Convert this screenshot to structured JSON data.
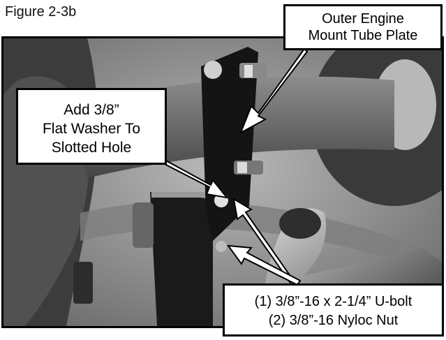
{
  "figure": {
    "label": "Figure 2-3b"
  },
  "callouts": {
    "outer_plate": {
      "lines": [
        "Outer Engine",
        "Mount Tube Plate"
      ]
    },
    "washer": {
      "lines": [
        "Add 3/8”",
        "Flat Washer To",
        "Slotted Hole"
      ]
    },
    "hardware": {
      "lines": [
        "(1) 3/8”-16 x 2-1/4” U-bolt",
        "(2) 3/8”-16 Nyloc Nut"
      ]
    }
  },
  "colors": {
    "callout_bg": "#ffffff",
    "border": "#000000"
  }
}
